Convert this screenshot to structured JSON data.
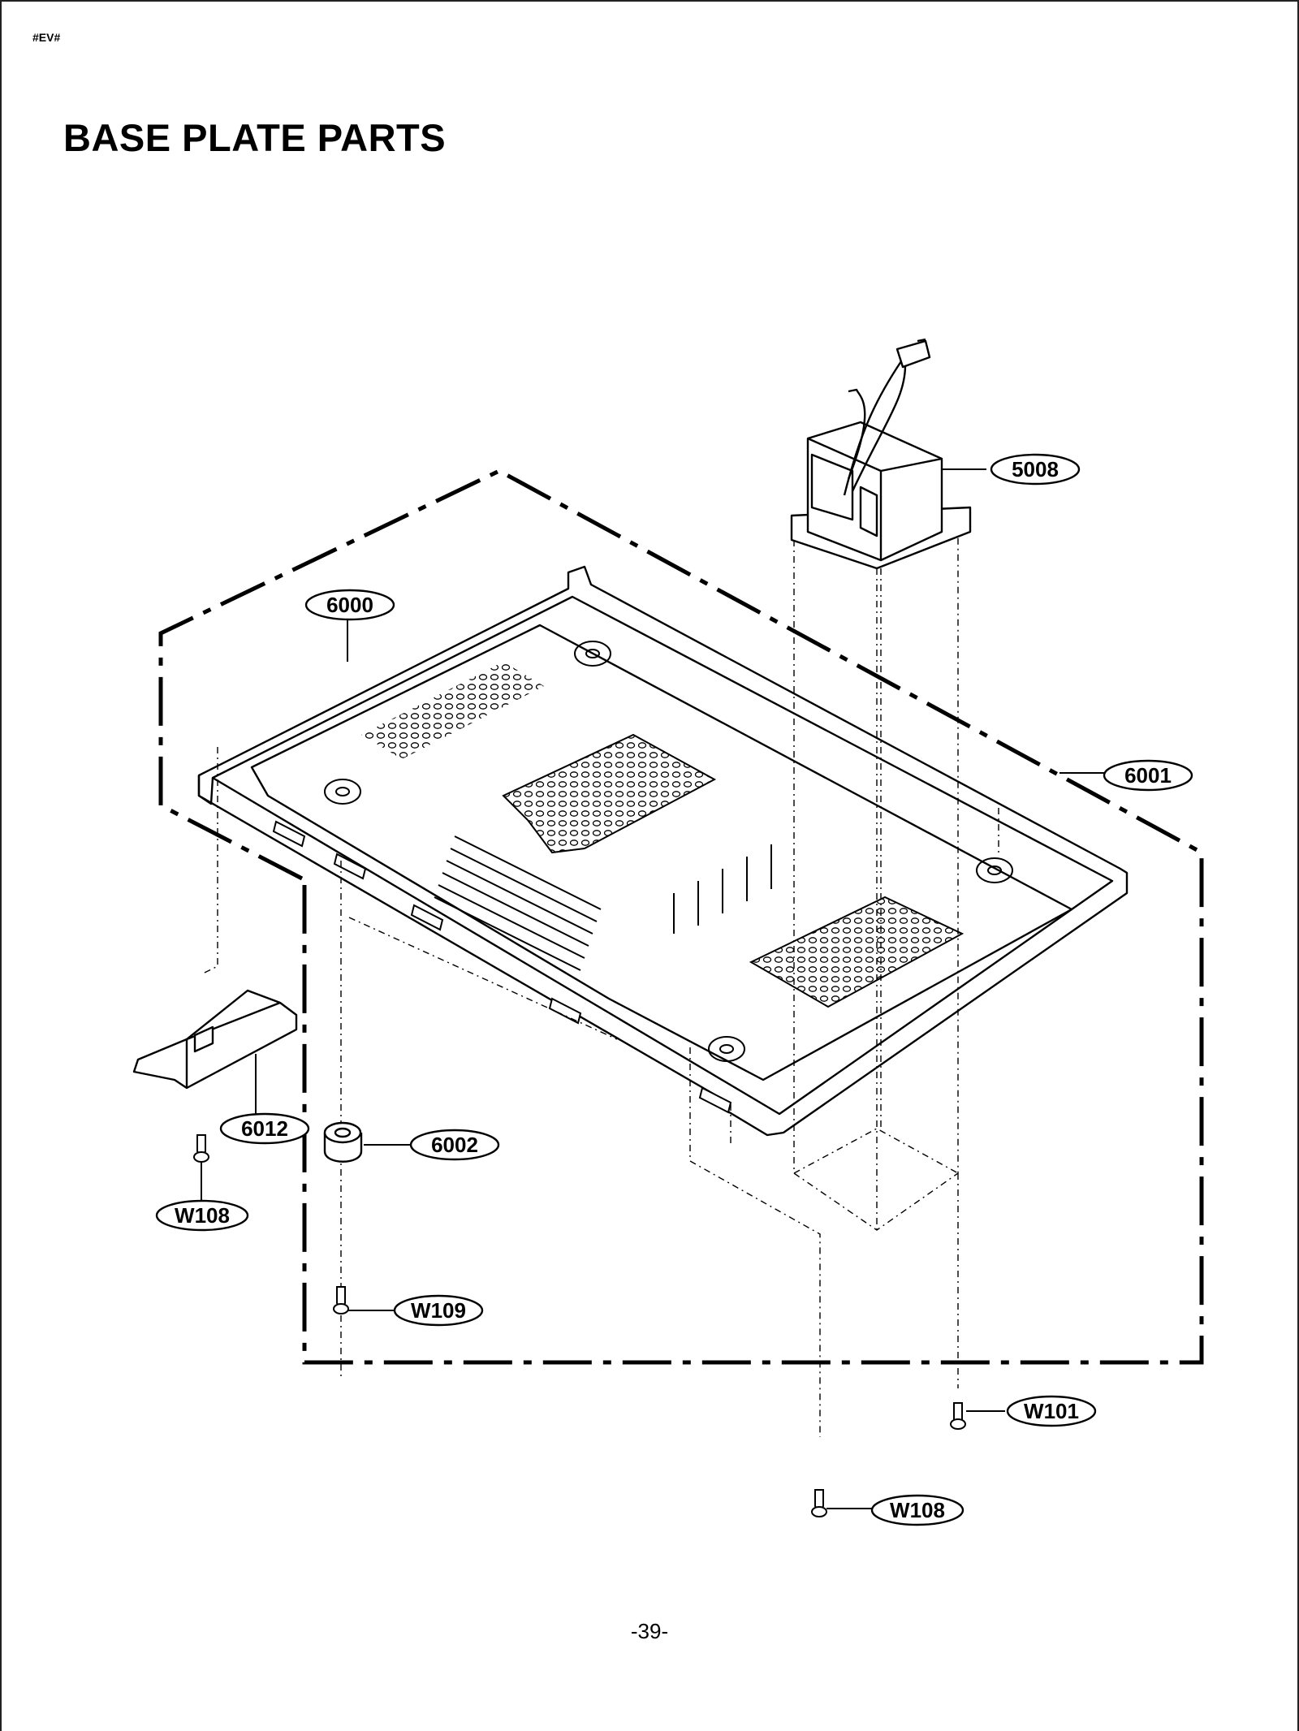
{
  "header": {
    "code": "#EV#",
    "title": "BASE PLATE PARTS"
  },
  "footer": {
    "page_number": "-39-"
  },
  "callouts": {
    "c5008": "5008",
    "c6000": "6000",
    "c6001": "6001",
    "c6012": "6012",
    "c6002": "6002",
    "cW108a": "W108",
    "cW109": "W109",
    "cW101": "W101",
    "cW108b": "W108"
  }
}
